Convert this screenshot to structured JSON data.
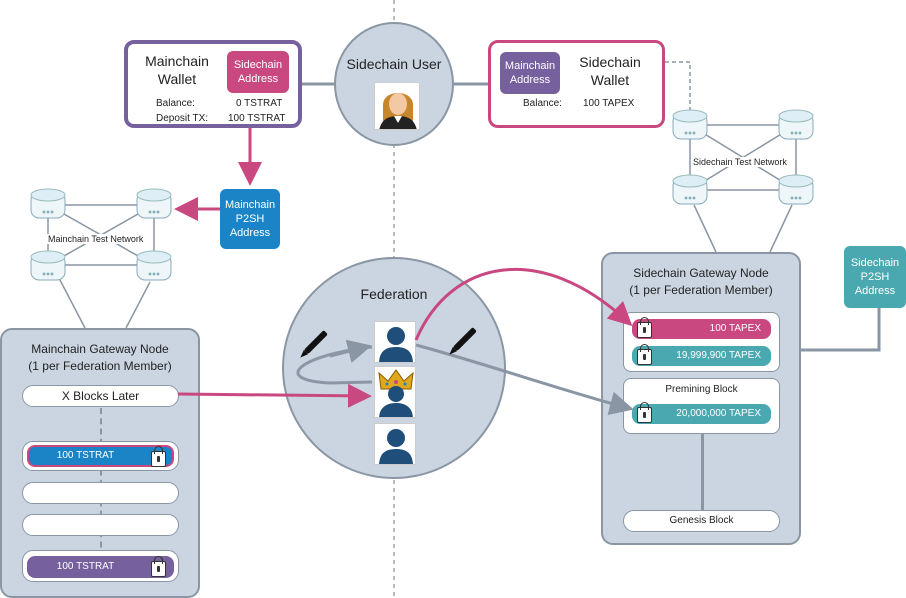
{
  "colors": {
    "purple": "#76619e",
    "pink": "#c8487f",
    "blue": "#1b84c6",
    "teal": "#4aa8b0",
    "panel": "#cbd5e1",
    "line": "#8a96a4"
  },
  "mainchain_wallet": {
    "title": "Mainchain Wallet",
    "sidechain_address_label": "Sidechain Address",
    "balance_label": "Balance:",
    "balance_value": "0 TSTRAT",
    "deposit_label": "Deposit TX:",
    "deposit_value": "100 TSTRAT"
  },
  "sidechain_user": {
    "title": "Sidechain User",
    "icon": "female-user-icon"
  },
  "sidechain_wallet": {
    "mainchain_address_label": "Mainchain Address",
    "title": "Sidechain Wallet",
    "balance_label": "Balance:",
    "balance_value": "100 TAPEX"
  },
  "mainchain_p2sh": "Mainchain P2SH Address",
  "sidechain_p2sh": "Sidechain P2SH Address",
  "mainchain_network": "Mainchain Test Network",
  "sidechain_network": "Sidechain Test Network",
  "mainchain_gateway": {
    "title": "Mainchain Gateway Node",
    "subtitle": "(1 per Federation Member)",
    "x_blocks_later": "X Blocks Later",
    "deposit_block": "100 TSTRAT",
    "origin_block": "100 TSTRAT"
  },
  "federation": {
    "title": "Federation",
    "icons": [
      "member-icon",
      "leader-crown-icon",
      "member-icon"
    ]
  },
  "sidechain_gateway": {
    "title": "Sidechain Gateway Node",
    "subtitle": "(1 per Federation Member)",
    "tx_pink": "100 TAPEX",
    "tx_teal": "19,999,900 TAPEX",
    "premining_label": "Premining Block",
    "premining_tx": "20,000,000 TAPEX",
    "genesis_label": "Genesis Block"
  }
}
